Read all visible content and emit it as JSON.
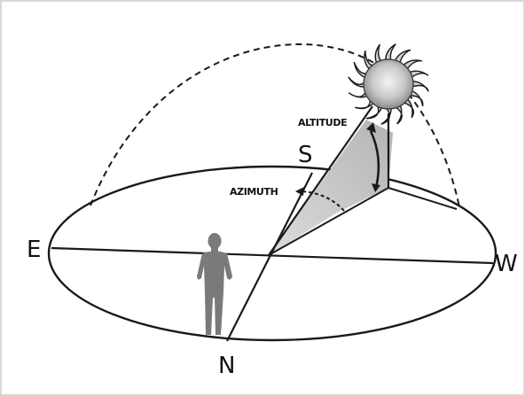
{
  "labels": {
    "east": "E",
    "west": "W",
    "south": "S",
    "north": "N",
    "altitude": "ALTITUDE",
    "azimuth": "AZIMUTH"
  },
  "colors": {
    "line": "#1a1a1a",
    "wedge_fill": "#c9c9c9",
    "person": "#7a7a7a",
    "sun_fill": "#c4c4c4"
  },
  "icons": {
    "sun": "sun-icon",
    "person": "person-silhouette-icon"
  }
}
